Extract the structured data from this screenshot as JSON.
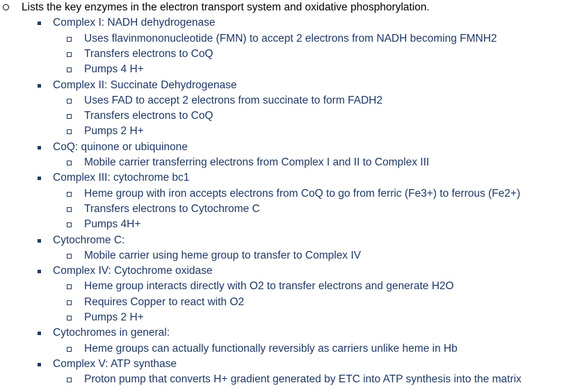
{
  "heading": "Lists the key enzymes in the electron transport system and oxidative phosphorylation.",
  "items": [
    {
      "label": "Complex I: NADH dehydrogenase",
      "subitems": [
        "Uses flavinmononucleotide (FMN) to accept 2 electrons from NADH becoming FMNH2",
        "Transfers electrons to CoQ",
        "Pumps 4 H+"
      ]
    },
    {
      "label": "Complex II: Succinate Dehydrogenase",
      "subitems": [
        "Uses FAD to accept 2 electrons from succinate to form FADH2",
        "Transfers electrons to CoQ",
        "Pumps 2 H+"
      ]
    },
    {
      "label": "CoQ: quinone or ubiquinone",
      "subitems": [
        "Mobile carrier transferring electrons from Complex I and II to Complex III"
      ]
    },
    {
      "label": "Complex III: cytochrome bc1",
      "subitems": [
        "Heme group with iron accepts electrons from CoQ to go from ferric (Fe3+) to ferrous (Fe2+)",
        "Transfers electrons to Cytochrome C",
        "Pumps 4H+"
      ]
    },
    {
      "label": "Cytochrome C:",
      "subitems": [
        "Mobile carrier using heme group to transfer to Complex IV"
      ]
    },
    {
      "label": "Complex IV: Cytochrome oxidase",
      "subitems": [
        "Heme group interacts directly with O2 to transfer electrons and generate H2O",
        "Requires Copper to react with O2",
        "Pumps 2 H+"
      ]
    },
    {
      "label": "Cytochromes in general:",
      "subitems": [
        "Heme groups can actually functionally reversibly as carriers unlike heme in Hb"
      ]
    },
    {
      "label": "Complex V: ATP synthase",
      "subitems": [
        "Proton pump that converts H+ gradient generated by ETC into ATP synthesis into the matrix"
      ]
    }
  ]
}
